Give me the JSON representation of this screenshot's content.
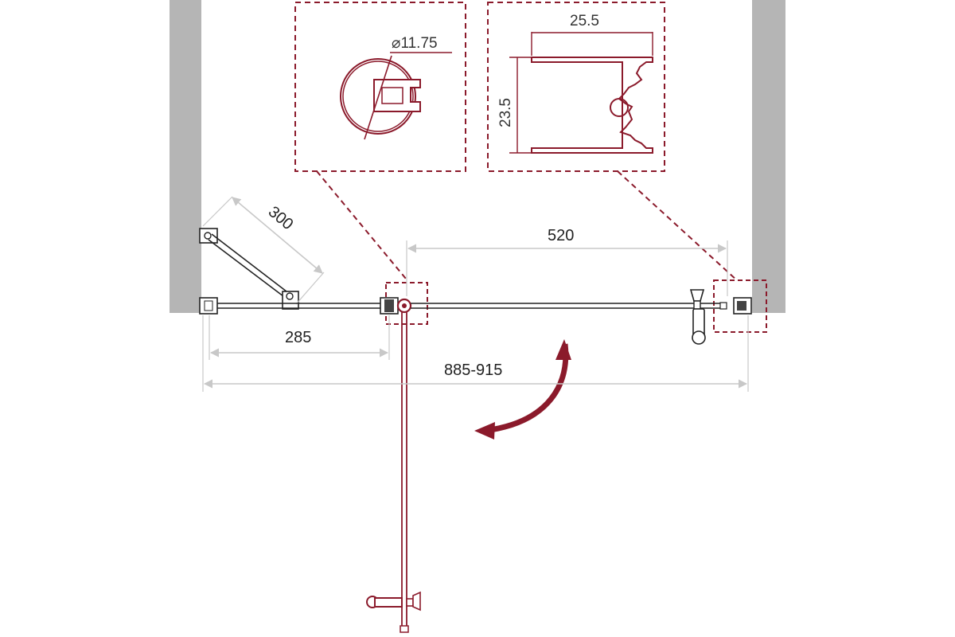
{
  "dimensions": {
    "stabilizer_length": "300",
    "door_width": "520",
    "fixed_panel_width": "285",
    "total_width": "885-915",
    "hinge_diameter": "⌀11.75",
    "profile_width": "25.5",
    "profile_depth": "23.5"
  },
  "colors": {
    "accent": "#8b1a2b",
    "wall": "#b5b5b5",
    "dim_line": "#c8c8c8",
    "line": "#222222"
  },
  "icons": {
    "door_swing": "curved-arrow-icon"
  }
}
